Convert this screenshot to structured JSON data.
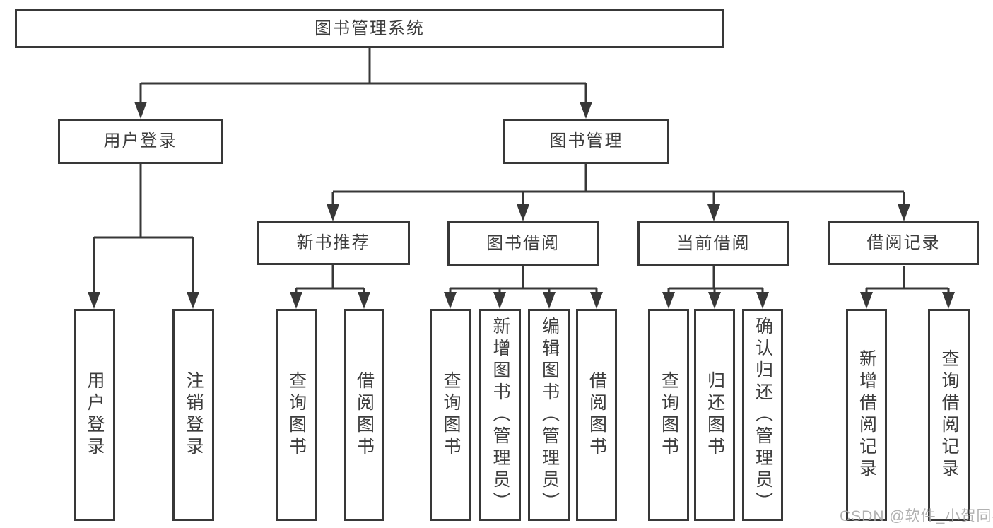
{
  "diagram": {
    "root": {
      "label": "图书管理系统"
    },
    "branches": [
      {
        "label": "用户登录",
        "children": [
          "用户登录",
          "注销登录"
        ]
      },
      {
        "label": "图书管理"
      }
    ],
    "modules": [
      {
        "label": "新书推荐",
        "children": [
          "查询图书",
          "借阅图书"
        ]
      },
      {
        "label": "图书借阅",
        "children": [
          "查询图书",
          "新增图书（管理员）",
          "编辑图书（管理员）",
          "借阅图书"
        ]
      },
      {
        "label": "当前借阅",
        "children": [
          "查询图书",
          "归还图书",
          "确认归还（管理员）"
        ]
      },
      {
        "label": "借阅记录",
        "children": [
          "新增借阅记录",
          "查询借阅记录"
        ]
      }
    ],
    "watermark": "CSDN @软件_小贺同学",
    "colors": {
      "line": "#383838",
      "text": "#3d3d3d",
      "watermark": "#a8a8a8",
      "background": "#ffffff"
    }
  }
}
